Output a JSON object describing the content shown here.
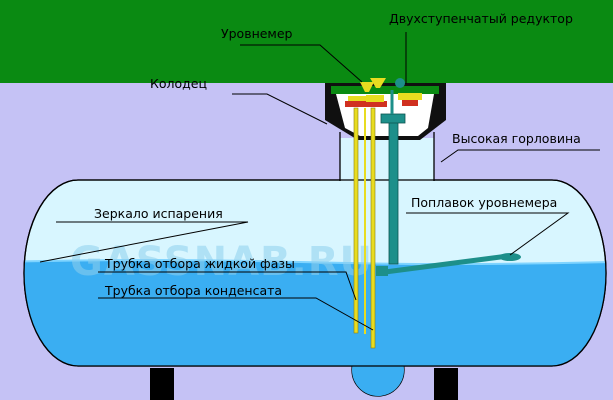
{
  "labels": {
    "gauge": "Уровнемер",
    "regulator": "Двухступенчатый редуктор",
    "well": "Колодец",
    "neck": "Высокая горловина",
    "evaporation_mirror": "Зеркало испарения",
    "gauge_float": "Поплавок уровнемера",
    "liquid_phase_tube": "Трубка отбора жидкой фазы",
    "condensate_tube": "Трубка отбора конденсата"
  },
  "watermark": "GASSNAB.RU",
  "colors": {
    "ground": "#0a8a12",
    "underground": "#c5c2f5",
    "tank_gas": "#d8f6ff",
    "liquid": "#3aaef2",
    "well": "#101010",
    "tube": "#e8dc20",
    "float_rod": "#1d8f8a",
    "valve": "#d03020",
    "support": "#000000"
  }
}
